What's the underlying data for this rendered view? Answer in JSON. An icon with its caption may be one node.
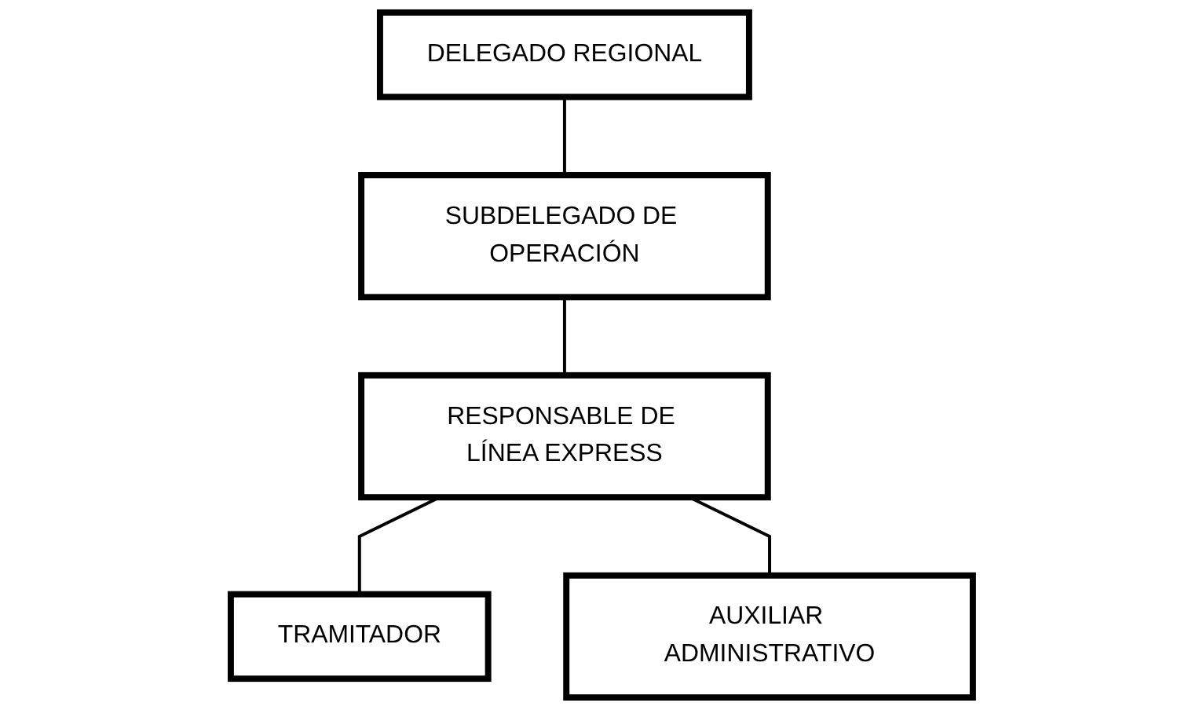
{
  "diagram": {
    "nodes": [
      {
        "text": [
          "DELEGADO REGIONAL"
        ]
      },
      {
        "text": [
          "SUBDELEGADO DE OPERACIÓN"
        ]
      },
      {
        "text": [
          "RESPONSABLE DE LÍNEA EXPRESS"
        ]
      },
      {
        "text": [
          "TRAMITADOR"
        ]
      },
      {
        "text": [
          "AUXILIAR ADMINISTRATIVO"
        ]
      }
    ],
    "edges": [
      {
        "from": 0,
        "to": 1,
        "arrow": "none"
      },
      {
        "from": 1,
        "to": 2,
        "arrow": "none"
      },
      {
        "from": 2,
        "to": 3,
        "arrow": "none"
      },
      {
        "from": 2,
        "to": 4,
        "arrow": "none"
      }
    ]
  }
}
